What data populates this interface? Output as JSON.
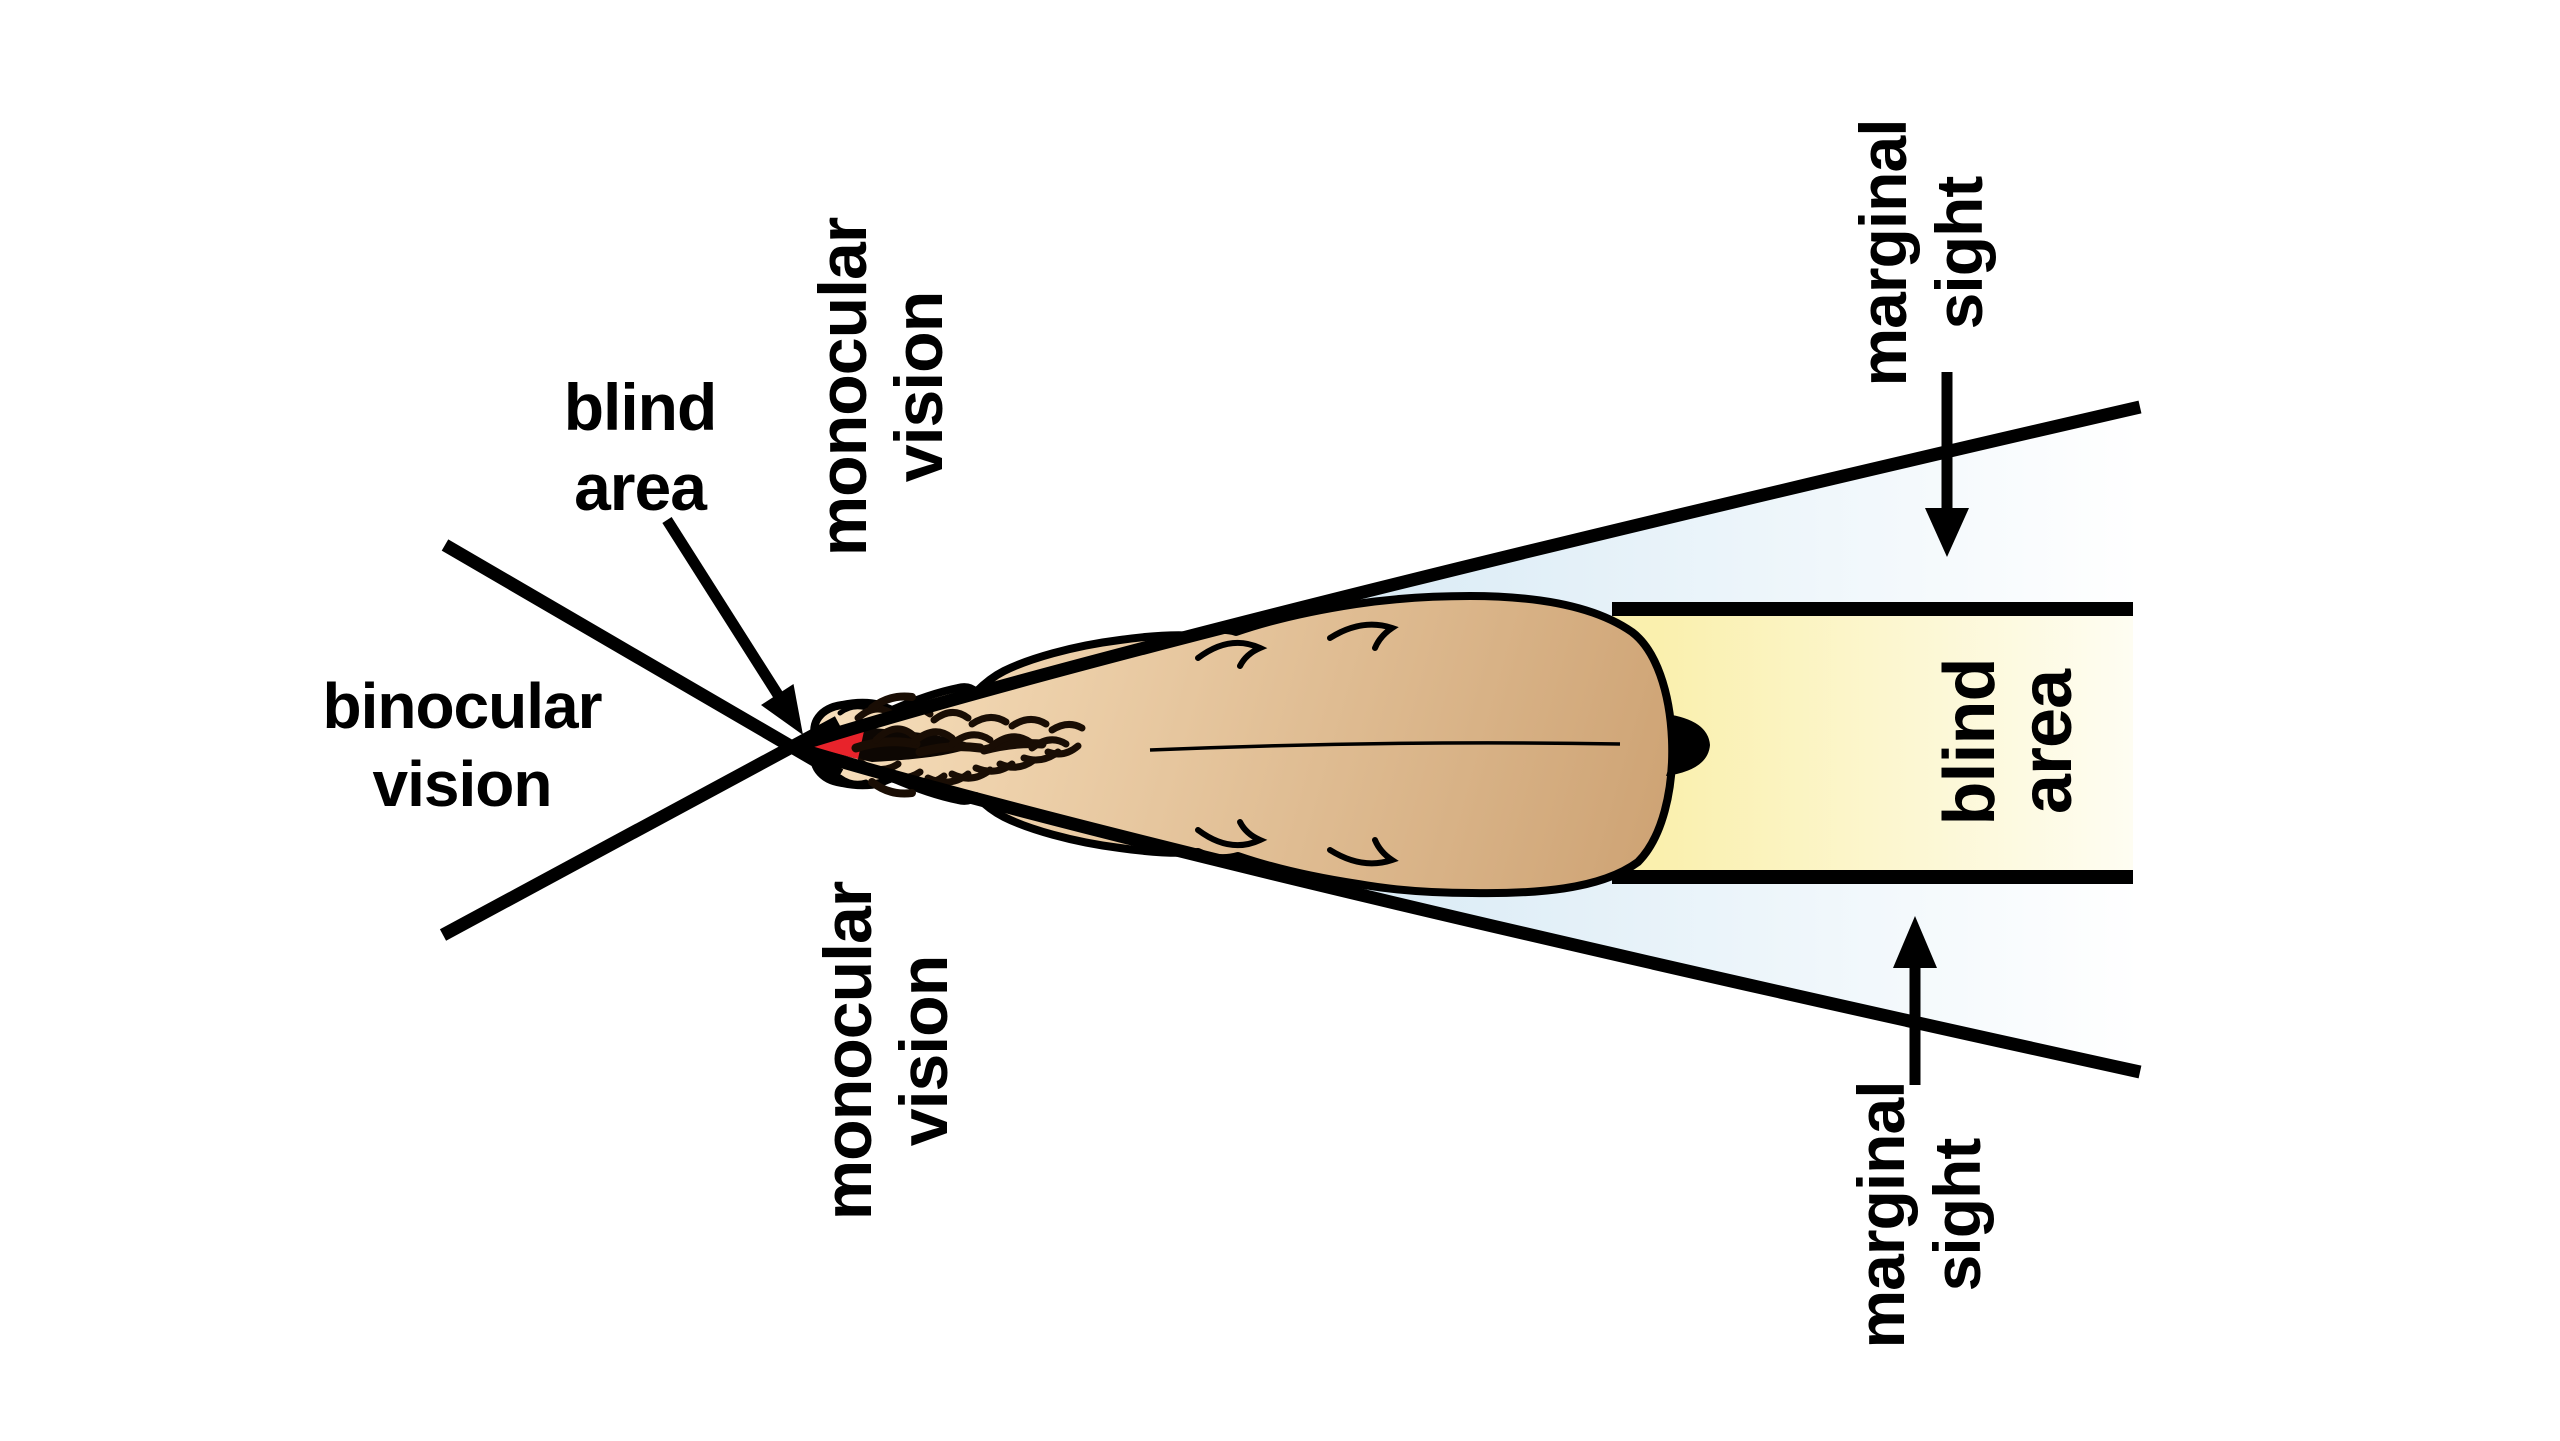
{
  "figure": {
    "type": "vision-field-diagram",
    "subject": "Horse field of vision, viewed from above",
    "background": "#ffffff"
  },
  "colors": {
    "line": "#000000",
    "text": "#000000",
    "monocular_zone_start": "#c9e3f1",
    "monocular_zone_mid": "#d8eaf5",
    "monocular_zone_end": "#ffffff",
    "blind_zone_start": "#faf0ae",
    "blind_zone_end": "#fefdf2",
    "horse_body_light": "#f8e0bd",
    "horse_body_dark": "#cda273",
    "horse_mane": "#190d04",
    "mouth_red": "#e8232b"
  },
  "labels": {
    "blind_area_pointer": {
      "line1": "blind",
      "line2": "area"
    },
    "monocular_top": {
      "line1": "monocular",
      "line2": "vision"
    },
    "binocular": {
      "line1": "binocular",
      "line2": "vision"
    },
    "monocular_bottom": {
      "line1": "monocular",
      "line2": "vision"
    },
    "marginal_top": {
      "line1": "marginal",
      "line2": "sight"
    },
    "marginal_bottom": {
      "line1": "marginal",
      "line2": "sight"
    },
    "blind_area_rear": {
      "line1": "blind",
      "line2": "area"
    }
  }
}
